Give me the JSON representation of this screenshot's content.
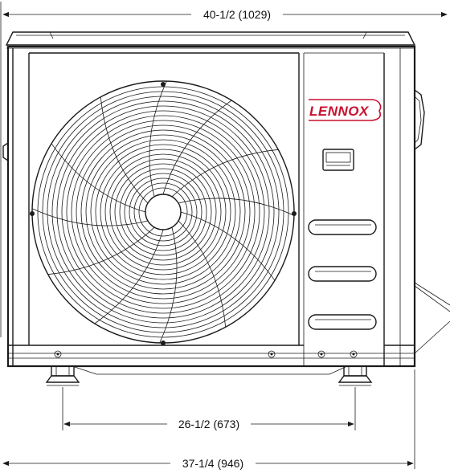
{
  "dimensions": {
    "overall_width": "40-1/2 (1029)",
    "foot_spacing": "26-1/2 (673)",
    "base_width": "37-1/4 (946)"
  },
  "brand": {
    "logo_text": "LENNOX",
    "color": "#c8102e"
  },
  "colors": {
    "line": "#1a1a1a",
    "background": "#ffffff"
  }
}
